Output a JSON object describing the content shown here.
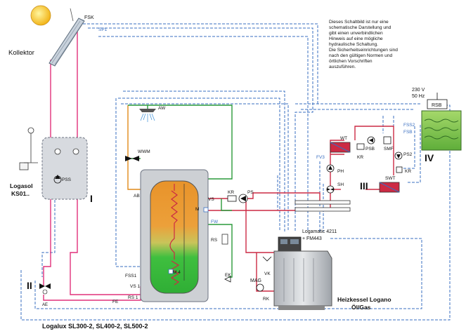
{
  "labels": {
    "kollektor": "Kollektor",
    "fsk": "FSK",
    "sp1": "SP1",
    "logasol_line1": "Logasol",
    "logasol_line2": "KS01..",
    "pss": "PSS",
    "aw": "AW",
    "wwm": "WWM",
    "ab": "AB",
    "vs": "VS",
    "kr1": "KR",
    "ps": "PS",
    "m_upper": "M",
    "fw": "FW",
    "rs": "RS",
    "ek": "EK",
    "m4": "M 4",
    "fss1": "FSS1",
    "vs1": "VS 1",
    "rs1": "RS 1",
    "fe": "FE",
    "ae": "AE",
    "mag": "MAG",
    "vk": "VK",
    "rk": "RK",
    "wt": "WT",
    "kr2": "KR",
    "psb": "PSB",
    "smf": "SMF",
    "fv3": "FV3",
    "ph": "PH",
    "sh": "SH",
    "ps2": "PS2",
    "kr3": "KR",
    "swt": "SWT",
    "fss2": "FSS2",
    "fsb": "FSB",
    "rsb": "RSB",
    "volt": "230 V",
    "hz": "50 Hz",
    "logamatic_line1": "Logamatic 4211",
    "logamatic_line2": "+ FM443",
    "heizkessel_line1": "Heizkessel Logano",
    "heizkessel_line2": "Öl/Gas",
    "logalux": "Logalux SL300-2, SL400-2, SL500-2",
    "roman_1": "I",
    "roman_2": "II",
    "roman_3": "III",
    "roman_4": "IV"
  },
  "note_lines": [
    "Dieses Schaltbild ist nur eine",
    "schematische Darstellung und",
    "gibt einen unverbindlichen",
    "Hinweis auf eine mögliche",
    "hydraulische Schaltung.",
    "Die Sicherheitseinrichtungen sind",
    "nach den gültigen Normen und",
    "örtlichen Vorschriften",
    "auszuführen."
  ],
  "colors": {
    "solar_pipe": "#e0307a",
    "heating_pipe": "#cc2a44",
    "cold_water": "#2a9a3a",
    "hot_water": "#e08a1a",
    "control_line": "#3a6fc0",
    "tank_upper": "#e8932a",
    "tank_lower": "#3fbf3f",
    "pool_water": "#7cc44a",
    "housing": "#cfd2d6"
  }
}
